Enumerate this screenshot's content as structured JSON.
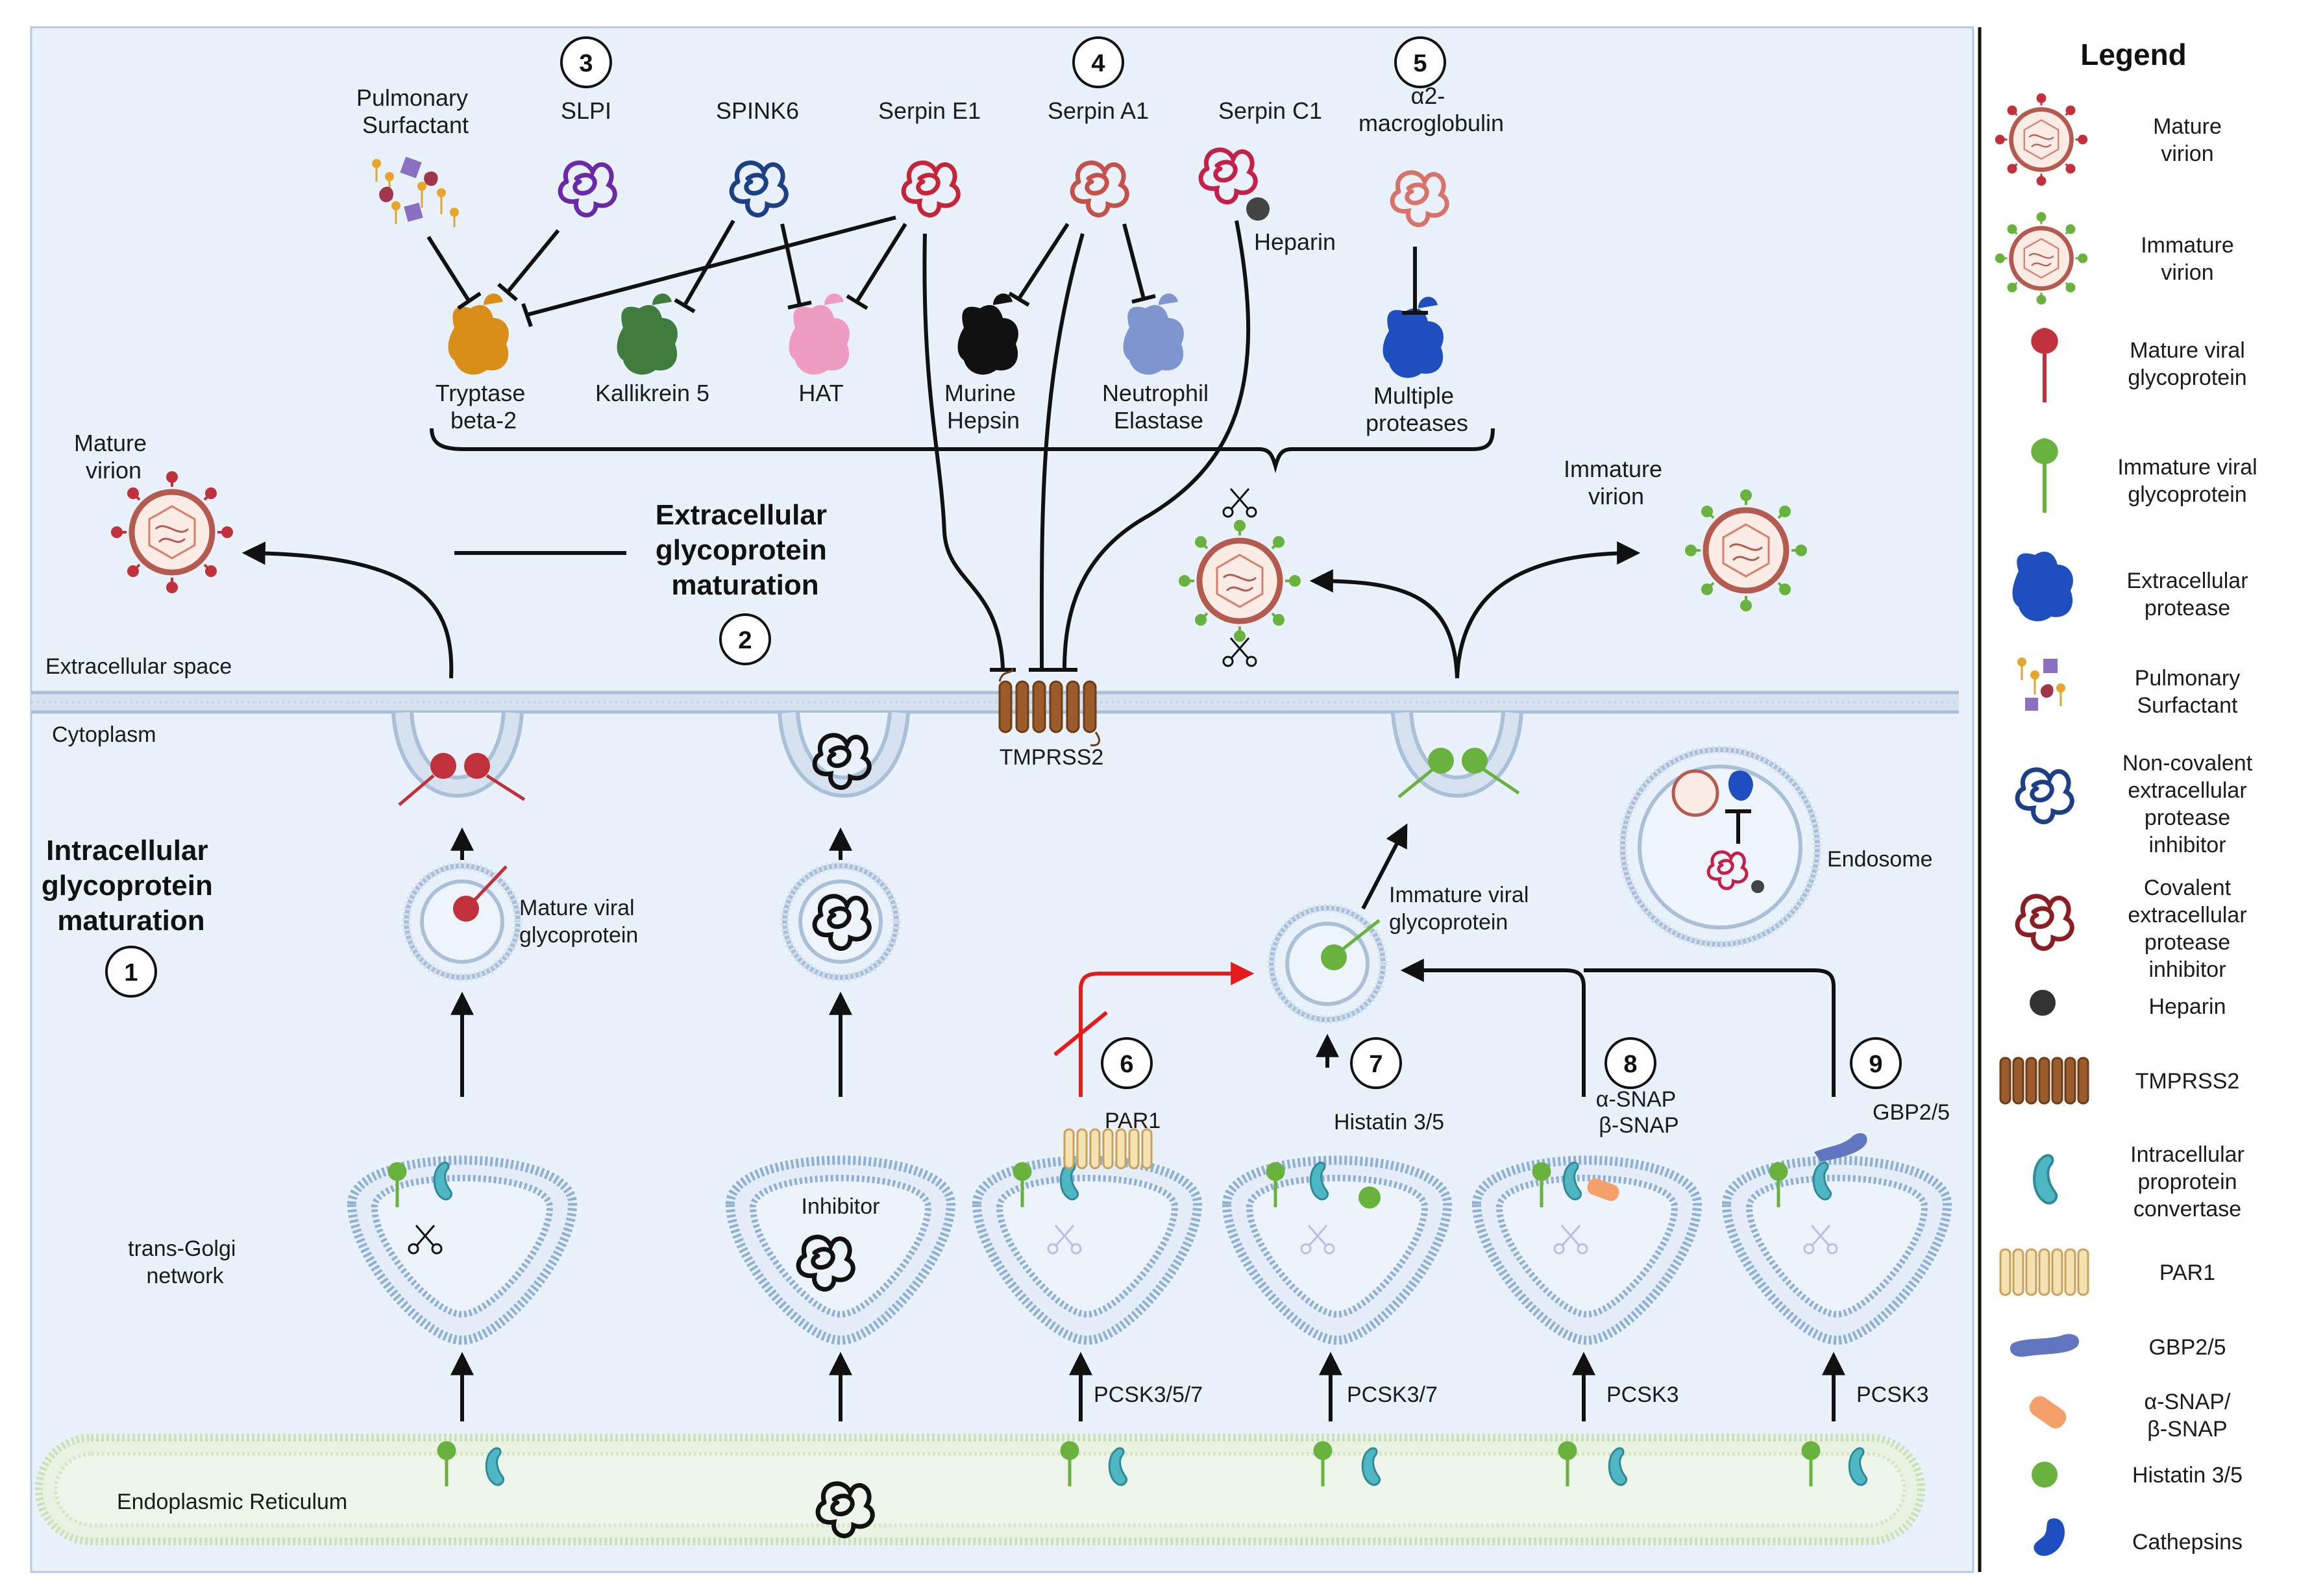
{
  "protease_panel": {
    "step3": "3",
    "step4": "4",
    "step5": "5",
    "pulmonary_surfactant": [
      "Pulmonary",
      "Surfactant"
    ],
    "slpi": "SLPI",
    "spink6": "SPINK6",
    "serpin_e1": "Serpin E1",
    "serpin_a1": "Serpin A1",
    "serpin_c1": "Serpin C1",
    "a2_macroglobulin": [
      "α2-",
      "macroglobulin"
    ],
    "heparin": "Heparin",
    "tryptase": [
      "Tryptase",
      "beta-2"
    ],
    "kallikrein": "Kallikrein 5",
    "hat": "HAT",
    "murine_hepsin": [
      "Murine",
      "Hepsin"
    ],
    "neutrophil_elastase": [
      "Neutrophil",
      "Elastase"
    ],
    "multiple_proteases": [
      "Multiple",
      "proteases"
    ]
  },
  "extracellular": {
    "mature_virion": [
      "Mature",
      "virion"
    ],
    "immature_virion": [
      "Immature",
      "virion"
    ],
    "title": [
      "Extracellular",
      "glycoprotein",
      "maturation"
    ],
    "step2": "2",
    "space_label": "Extracellular space",
    "cytoplasm_label": "Cytoplasm",
    "tmprss2": "TMPRSS2"
  },
  "intracellular": {
    "title": [
      "Intracellular",
      "glycoprotein",
      "maturation"
    ],
    "step1": "1",
    "mature_viral_glycoprotein": [
      "Mature viral",
      "glycoprotein"
    ],
    "immature_viral_glycoprotein": [
      "Immature viral",
      "glycoprotein"
    ],
    "endosome": "Endosome",
    "tgn": [
      "trans-Golgi",
      "network"
    ],
    "inhibitor": "Inhibitor",
    "er": "Endoplasmic Reticulum",
    "step6": "6",
    "step7": "7",
    "step8": "8",
    "step9": "9",
    "par1": "PAR1",
    "histatin": "Histatin 3/5",
    "snap": [
      "α-SNAP",
      "β-SNAP"
    ],
    "gbp": "GBP2/5",
    "pcsk357": "PCSK3/5/7",
    "pcsk37": "PCSK3/7",
    "pcsk3a": "PCSK3",
    "pcsk3b": "PCSK3"
  },
  "legend": {
    "title": "Legend",
    "items": [
      {
        "icon": "mature-virion-icon",
        "label": [
          "Mature",
          "virion"
        ]
      },
      {
        "icon": "immature-virion-icon",
        "label": [
          "Immature",
          "virion"
        ]
      },
      {
        "icon": "mature-viral-glycoprotein-icon",
        "label": [
          "Mature viral",
          "glycoprotein"
        ]
      },
      {
        "icon": "immature-viral-glycoprotein-icon",
        "label": [
          "Immature viral",
          "glycoprotein"
        ]
      },
      {
        "icon": "extracellular-protease-icon",
        "label": [
          "Extracellular",
          "protease"
        ]
      },
      {
        "icon": "pulmonary-surfactant-icon",
        "label": [
          "Pulmonary",
          "Surfactant"
        ]
      },
      {
        "icon": "noncovalent-inhibitor-icon",
        "label": [
          "Non-covalent",
          "extracellular",
          "protease",
          "inhibitor"
        ]
      },
      {
        "icon": "covalent-inhibitor-icon",
        "label": [
          "Covalent",
          "extracellular",
          "protease",
          "inhibitor"
        ]
      },
      {
        "icon": "heparin-icon",
        "label": [
          "Heparin"
        ]
      },
      {
        "icon": "tmprss2-icon",
        "label": [
          "TMPRSS2"
        ]
      },
      {
        "icon": "proprotein-convertase-icon",
        "label": [
          "Intracellular",
          "proprotein",
          "convertase"
        ]
      },
      {
        "icon": "par1-icon",
        "label": [
          "PAR1"
        ]
      },
      {
        "icon": "gbp-icon",
        "label": [
          "GBP2/5"
        ]
      },
      {
        "icon": "snap-icon",
        "label": [
          "α-SNAP/",
          "β-SNAP"
        ]
      },
      {
        "icon": "histatin-icon",
        "label": [
          "Histatin 3/5"
        ]
      },
      {
        "icon": "cathepsins-icon",
        "label": [
          "Cathepsins"
        ]
      }
    ]
  },
  "colors": {
    "background": "#e9f1fb",
    "membrane": "#aac0d8",
    "mature": "#c0313c",
    "immature": "#6ab23e",
    "convertase": "#4fb6c4",
    "tryptase": "#d98e18",
    "kallikrein": "#3f7d3e",
    "hat": "#ef9cc2",
    "hepsin": "#111111",
    "elastase": "#7e95cf",
    "protease": "#1f4fbf",
    "inhibition_block": "#e31b1b"
  }
}
